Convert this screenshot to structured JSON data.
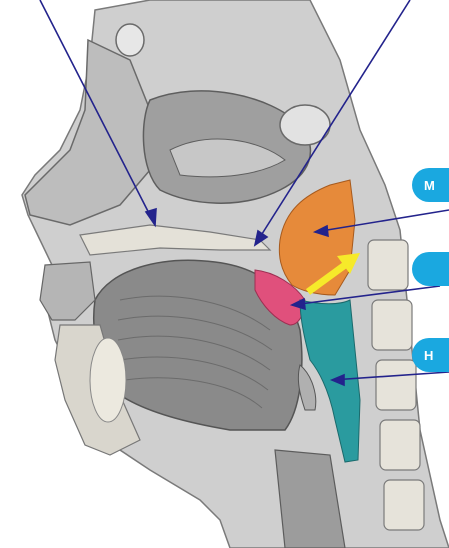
{
  "image": {
    "subject": "sagittal-section-head-neck",
    "colors": {
      "background": "#ffffff",
      "tissue_light": "#d8d8d8",
      "tissue_mid": "#a9a9a9",
      "tissue_dark": "#6f6f6f",
      "bone": "#e4e1d8",
      "nasopharynx": "#e68a3a",
      "oropharynx_soft_palate": "#e0507c",
      "laryngopharynx": "#2a9b9f",
      "pointer_line": "#23238c",
      "arrow": "#f6ea2a",
      "callout": "#1aa8e0"
    }
  },
  "callouts": [
    {
      "text": "M"
    },
    {
      "text": ""
    },
    {
      "text": "H"
    }
  ]
}
